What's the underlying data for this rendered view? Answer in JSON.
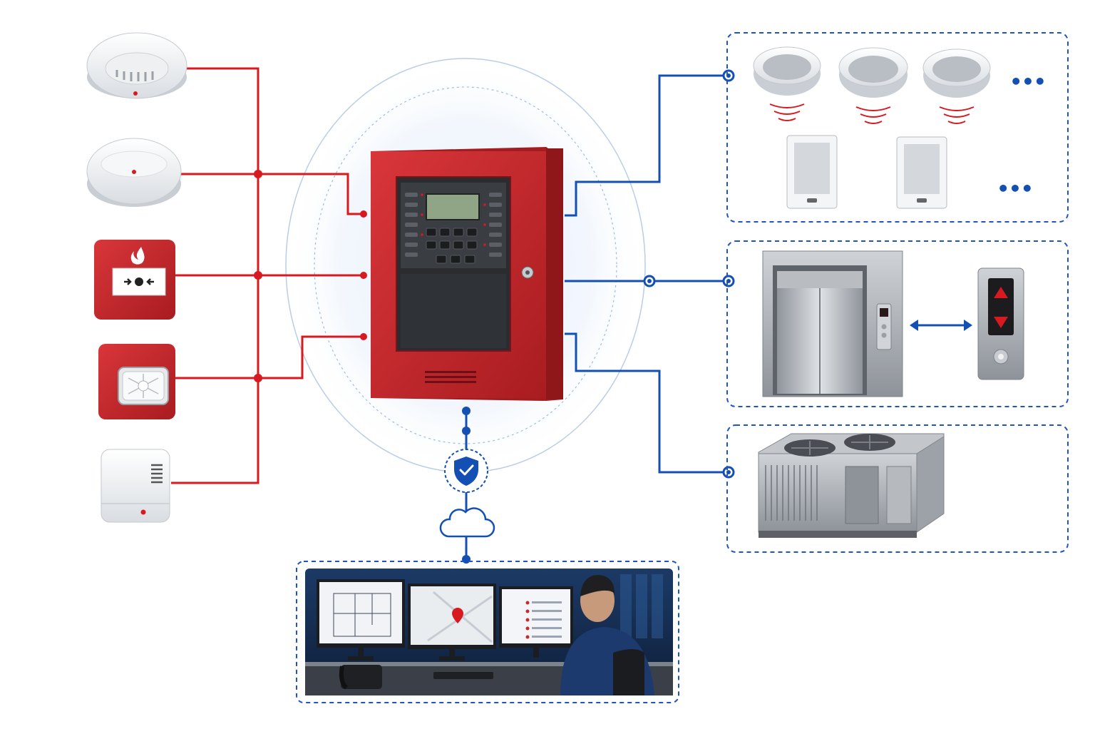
{
  "diagram": {
    "title": "",
    "colors": {
      "input_wire": "#d71920",
      "output_wire": "#1450b4",
      "panel_red": "#c8262b",
      "dashed_box": "#1f55c0"
    },
    "input_devices": [
      {
        "name": "smoke-detector",
        "icon": "smoke-detector-icon"
      },
      {
        "name": "heat-detector",
        "icon": "heat-detector-icon"
      },
      {
        "name": "manual-call-point",
        "icon": "manual-call-point-icon"
      },
      {
        "name": "strobe-horn",
        "icon": "strobe-icon"
      },
      {
        "name": "wall-sensor",
        "icon": "wall-sensor-icon"
      }
    ],
    "control_panel": {
      "name": "fire-alarm-control-panel",
      "icon": "control-panel-icon"
    },
    "output_groups": [
      {
        "name": "notification-group",
        "icons": [
          "ceiling-speaker-icon",
          "wall-speaker-icon"
        ],
        "more_marker": "•••"
      },
      {
        "name": "elevator-group",
        "icons": [
          "elevator-icon",
          "elevator-call-panel-icon"
        ]
      },
      {
        "name": "hvac-group",
        "icons": [
          "hvac-unit-icon"
        ]
      }
    ],
    "network": {
      "security_icon": "shield-check-icon",
      "cloud_icon": "cloud-icon"
    },
    "monitoring": {
      "name": "monitoring-station",
      "icon": "operator-workstation-icon"
    }
  }
}
